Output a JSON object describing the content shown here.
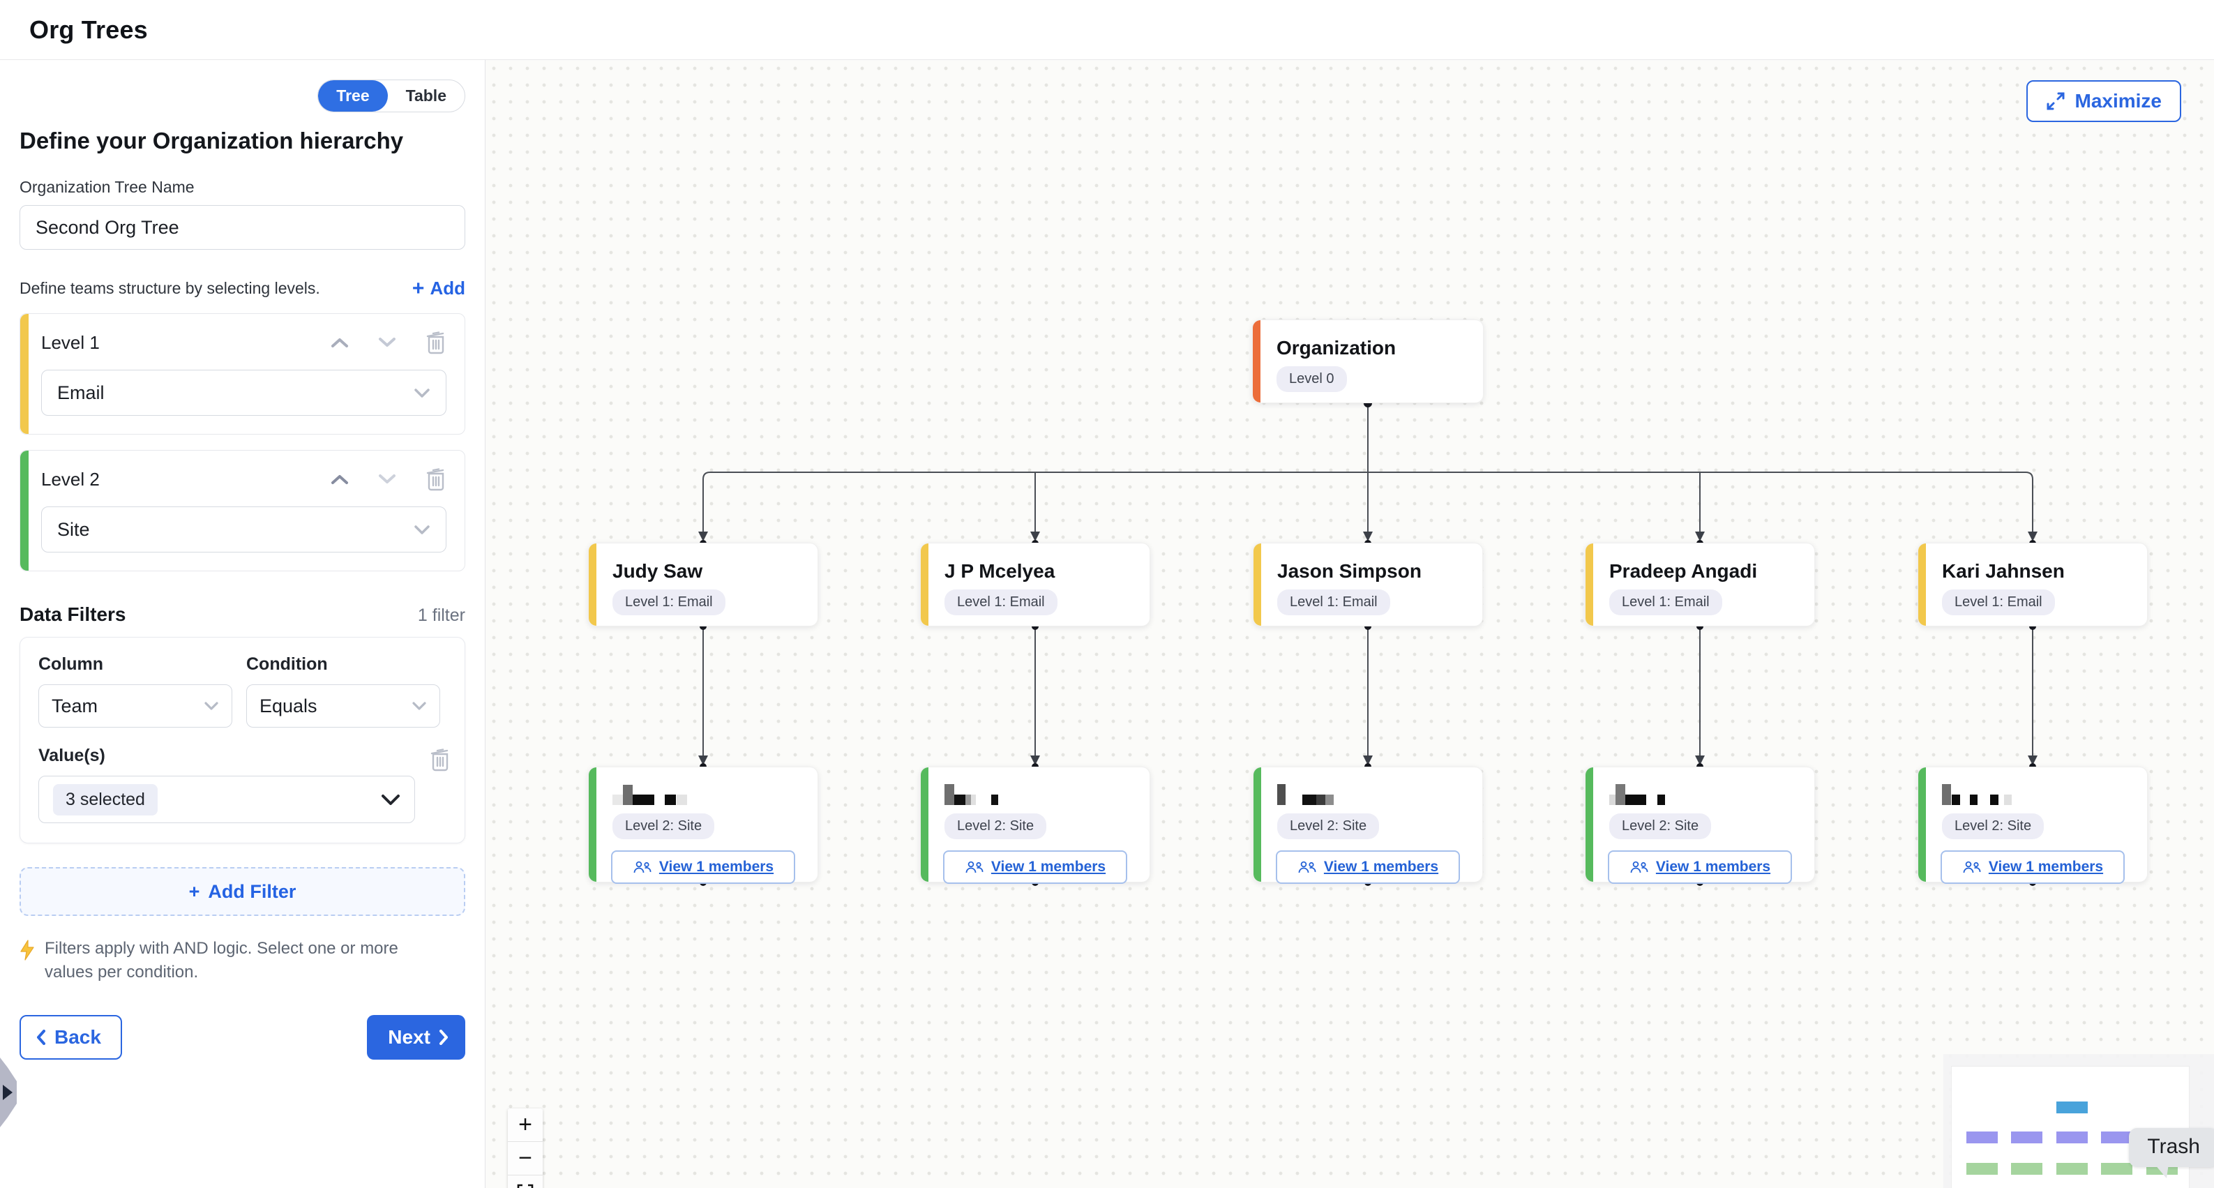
{
  "header": {
    "title": "Org Trees"
  },
  "sidebar": {
    "view_toggle": {
      "tree": "Tree",
      "table": "Table",
      "selected": "Tree"
    },
    "heading": "Define your Organization hierarchy",
    "tree_name_label": "Organization Tree Name",
    "tree_name_value": "Second Org Tree",
    "levels_hint": "Define teams structure by selecting levels.",
    "add_level_label": "Add",
    "levels": [
      {
        "name": "Level 1",
        "value": "Email",
        "accent": "#F2C84C"
      },
      {
        "name": "Level 2",
        "value": "Site",
        "accent": "#56BA5D"
      }
    ],
    "data_filters": {
      "title": "Data Filters",
      "count": "1 filter",
      "column_label": "Column",
      "column_value": "Team",
      "condition_label": "Condition",
      "condition_value": "Equals",
      "values_label": "Value(s)",
      "values_value": "3 selected",
      "add_filter_label": "Add Filter",
      "note": "Filters apply with AND logic. Select one or more values per condition."
    },
    "back_label": "Back",
    "next_label": "Next"
  },
  "canvas": {
    "maximize_label": "Maximize",
    "root": {
      "title": "Organization",
      "badge": "Level 0",
      "accent": "#EC6D3A"
    },
    "level1_accent": "#F2C84C",
    "level2_accent": "#56BA5D",
    "level1_nodes": [
      {
        "title": "Judy Saw",
        "badge": "Level 1: Email"
      },
      {
        "title": "J P Mcelyea",
        "badge": "Level 1: Email"
      },
      {
        "title": "Jason Simpson",
        "badge": "Level 1: Email"
      },
      {
        "title": "Pradeep Angadi",
        "badge": "Level 1: Email"
      },
      {
        "title": "Kari Jahnsen",
        "badge": "Level 1: Email"
      }
    ],
    "level2_nodes": [
      {
        "badge": "Level 2: Site",
        "action": "View 1 members",
        "redacted": [
          {
            "w": 15,
            "h": 15,
            "c": "#e8e8e8"
          },
          {
            "w": 14,
            "h": 29,
            "c": "#6e6e6e"
          },
          {
            "w": 31,
            "h": 15,
            "c": "#0d0d0d"
          },
          {
            "w": 16,
            "h": 15,
            "c": "#0d0d0d",
            "ml": 15
          },
          {
            "w": 15,
            "h": 15,
            "c": "#e3e3e3",
            "ml": 1
          }
        ]
      },
      {
        "badge": "Level 2: Site",
        "action": "View 1 members",
        "redacted": [
          {
            "w": 14,
            "h": 30,
            "c": "#6f6f6f"
          },
          {
            "w": 16,
            "h": 15,
            "c": "#111111"
          },
          {
            "w": 8,
            "h": 15,
            "c": "#999999"
          },
          {
            "w": 7,
            "h": 15,
            "c": "#e0e0e0"
          },
          {
            "w": 10,
            "h": 15,
            "c": "#111111",
            "ml": 22
          }
        ]
      },
      {
        "badge": "Level 2: Site",
        "action": "View 1 members",
        "redacted": [
          {
            "w": 12,
            "h": 30,
            "c": "#4f4f4f"
          },
          {
            "w": 20,
            "h": 15,
            "c": "#111111",
            "ml": 24
          },
          {
            "w": 13,
            "h": 15,
            "c": "#3c3c3c"
          },
          {
            "w": 12,
            "h": 15,
            "c": "#8d8d8d"
          }
        ]
      },
      {
        "badge": "Level 2: Site",
        "action": "View 1 members",
        "redacted": [
          {
            "w": 9,
            "h": 15,
            "c": "#d9d9d9"
          },
          {
            "w": 14,
            "h": 30,
            "c": "#787878"
          },
          {
            "w": 30,
            "h": 15,
            "c": "#0d0d0d"
          },
          {
            "w": 11,
            "h": 15,
            "c": "#0d0d0d",
            "ml": 16
          }
        ]
      },
      {
        "badge": "Level 2: Site",
        "action": "View 1 members",
        "redacted": [
          {
            "w": 13,
            "h": 30,
            "c": "#6f6f6f"
          },
          {
            "w": 12,
            "h": 15,
            "c": "#0d0d0d",
            "ml": 1
          },
          {
            "w": 11,
            "h": 15,
            "c": "#0d0d0d",
            "ml": 14
          },
          {
            "w": 12,
            "h": 15,
            "c": "#0d0d0d",
            "ml": 18
          },
          {
            "w": 11,
            "h": 15,
            "c": "#e0e0e0",
            "ml": 8
          }
        ]
      }
    ],
    "zoom_in": "+",
    "zoom_out": "−",
    "trash_tooltip": "Trash",
    "minimap_colors": {
      "root": "#49A3DB",
      "level1": "#9A96EF",
      "level2": "#A5D49E"
    },
    "accent_blue": "#2B66E0"
  }
}
